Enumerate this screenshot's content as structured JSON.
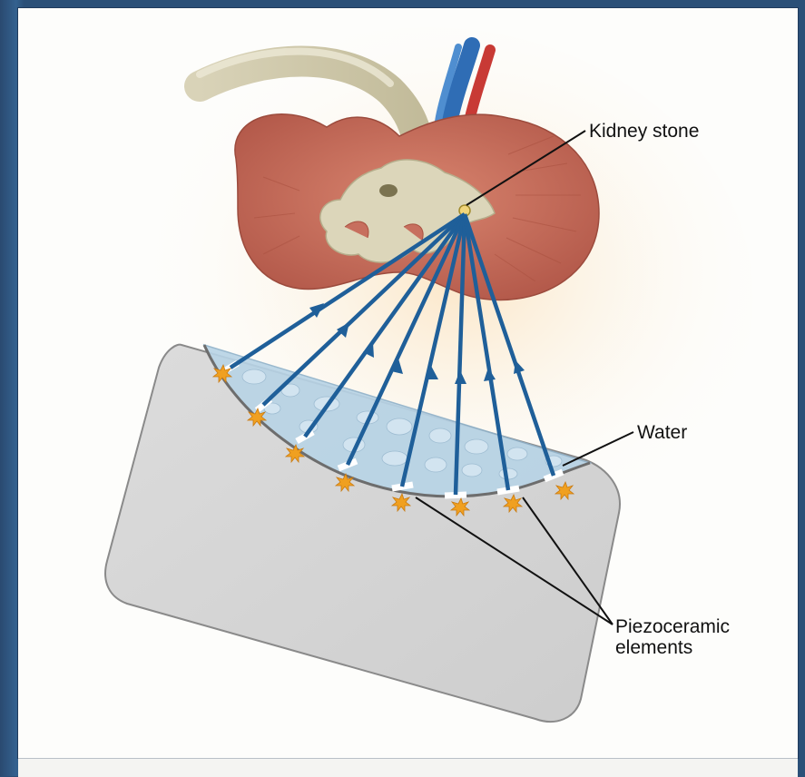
{
  "labels": {
    "kidney_stone": "Kidney stone",
    "water": "Water",
    "piezo_line1": "Piezoceramic",
    "piezo_line2": "elements"
  },
  "colors": {
    "frame": "#2b4f78",
    "kidney": "#c76f5e",
    "pelvis": "#d8d2b4",
    "wave_arrows": "#1f5f99",
    "housing": "#d6d6d6",
    "water": "#b8d4e6",
    "spark": "#f0a020"
  },
  "figure": {
    "arrow_count": 8,
    "piezo_element_count": 8
  }
}
